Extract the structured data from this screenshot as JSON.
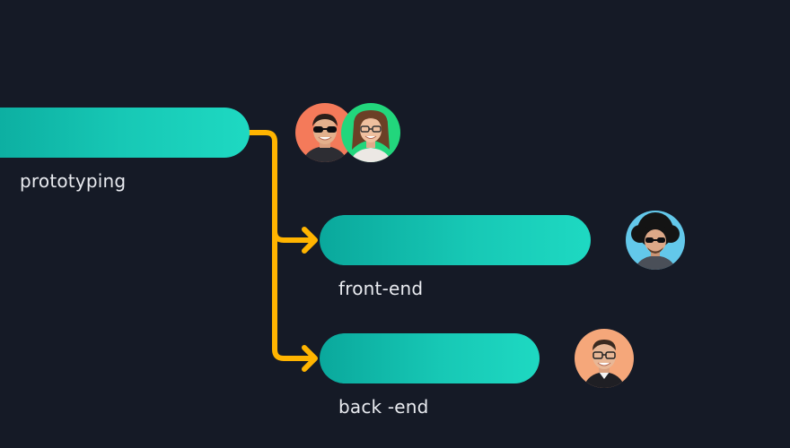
{
  "tasks": [
    {
      "label": "prototyping",
      "color": "#1ed9c2"
    },
    {
      "label": "front-end",
      "color": "#1ed9c2"
    },
    {
      "label": "back -end",
      "color": "#1ed9c2"
    }
  ],
  "connector": {
    "color": "#ffb400"
  },
  "avatars": [
    {
      "icon": "person-sunglasses-icon",
      "background": "#f47a5a"
    },
    {
      "icon": "person-glasses-icon",
      "background": "#22d67c"
    },
    {
      "icon": "person-afro-sunglasses-icon",
      "background": "#63c8ea"
    },
    {
      "icon": "person-glasses-icon",
      "background": "#f5a77a"
    }
  ]
}
